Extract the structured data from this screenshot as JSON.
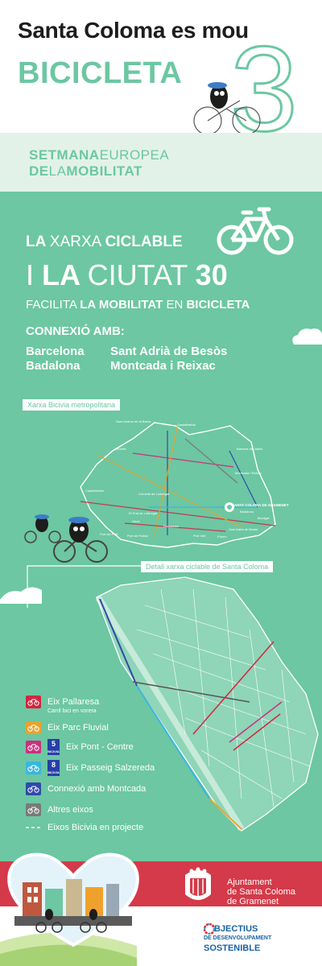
{
  "header": {
    "title": "Santa Coloma es mou",
    "subtitle": "BICICLETA",
    "big_number": "3"
  },
  "week": {
    "line1_bold": "SETMANA",
    "line1_normal": "EUROPEA",
    "line2_bold_a": "DE",
    "line2_normal": "LA",
    "line2_bold_b": "MOBILITAT"
  },
  "headline": {
    "l1_a": "LA ",
    "l1_b": "XARXA ",
    "l1_c": "CICLABLE",
    "l2_a": "I ",
    "l2_b": "LA ",
    "l2_c": "CIUTAT ",
    "l2_d": "30",
    "l3_a": "FACILITA ",
    "l3_b": "LA MOBILITAT ",
    "l3_c": "EN ",
    "l3_d": "BICICLETA"
  },
  "connexio": {
    "title": "CONNEXIÓ AMB:",
    "cities": [
      "Barcelona",
      "Sant Adrià de Besòs",
      "Badalona",
      "Montcada i Reixac"
    ]
  },
  "map_metro": {
    "label": "Xarxa Bicivia metropolitana",
    "places": [
      "Sant Andreu de la Barca",
      "Castellbisbal",
      "Cervelló",
      "Barberà del Vallès",
      "Montcada i Reixac",
      "Castelldefels",
      "Cornellà de Llobregat",
      "SANTA COLOMA DE GRAMENET",
      "El Prat de Llobregat",
      "Badalona",
      "Montgat",
      "Gavà",
      "Drassanes",
      "Sant Adrià de Besòs",
      "Port del Prat",
      "Port de Polidor",
      "Port Vell",
      "Fòrum"
    ]
  },
  "map_detail": {
    "label": "Detall xarxa ciclable de Santa Coloma"
  },
  "legend": [
    {
      "label": "Eix Pallaresa",
      "note": "Carril bici en vorera",
      "color": "#d4253f"
    },
    {
      "label": "Eix Parc Fluvial",
      "note": "",
      "color": "#e8a32b"
    },
    {
      "label": "Eix Pont - Centre",
      "note": "",
      "color": "#c9317f",
      "badge": "5",
      "badge_sub": "BICIVIA"
    },
    {
      "label": "Eix Passeig Salzereda",
      "note": "",
      "color": "#39b6e0",
      "badge": "8",
      "badge_sub": "BICIVIA"
    },
    {
      "label": "Connexió amb Montcada",
      "note": "",
      "color": "#2f4aa8"
    },
    {
      "label": "Altres eixos",
      "note": "",
      "color": "#7a7a7a"
    },
    {
      "label": "Eixos Bicivia en projecte",
      "note": "",
      "color": "#ffffff"
    }
  ],
  "footer": {
    "ajuntament_l1": "Ajuntament",
    "ajuntament_l2": "de Santa Coloma",
    "ajuntament_l3": "de Gramenet",
    "ods_l1": "BJECTIUS",
    "ods_l2": "DE DESENVOLUPAMENT",
    "ods_l3": "SOSTENIBLE"
  }
}
